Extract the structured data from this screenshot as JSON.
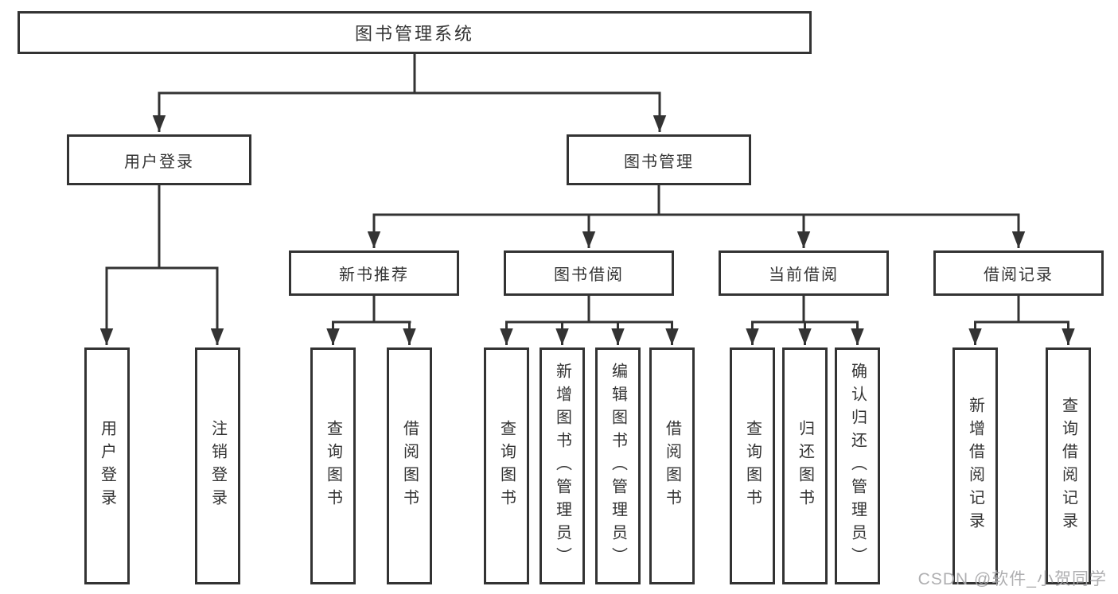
{
  "diagram": {
    "colors": {
      "line": "#333333",
      "box_border": "#333333",
      "box_fill": "#ffffff",
      "text": "#333333",
      "watermark": "#a8a8aa",
      "background": "#ffffff"
    },
    "watermark": "CSDN @软件_小贺同学",
    "tree": {
      "label": "图书管理系统",
      "children": [
        {
          "label": "用户登录",
          "children": [
            {
              "label": "用户登录"
            },
            {
              "label": "注销登录"
            }
          ]
        },
        {
          "label": "图书管理",
          "children": [
            {
              "label": "新书推荐",
              "children": [
                {
                  "label": "查询图书"
                },
                {
                  "label": "借阅图书"
                }
              ]
            },
            {
              "label": "图书借阅",
              "children": [
                {
                  "label": "查询图书"
                },
                {
                  "label": "新增图书（管理员）"
                },
                {
                  "label": "编辑图书（管理员）"
                },
                {
                  "label": "借阅图书"
                }
              ]
            },
            {
              "label": "当前借阅",
              "children": [
                {
                  "label": "查询图书"
                },
                {
                  "label": "归还图书"
                },
                {
                  "label": "确认归还（管理员）"
                }
              ]
            },
            {
              "label": "借阅记录",
              "children": [
                {
                  "label": "新增借阅记录"
                },
                {
                  "label": "查询借阅记录"
                }
              ]
            }
          ]
        }
      ]
    }
  }
}
